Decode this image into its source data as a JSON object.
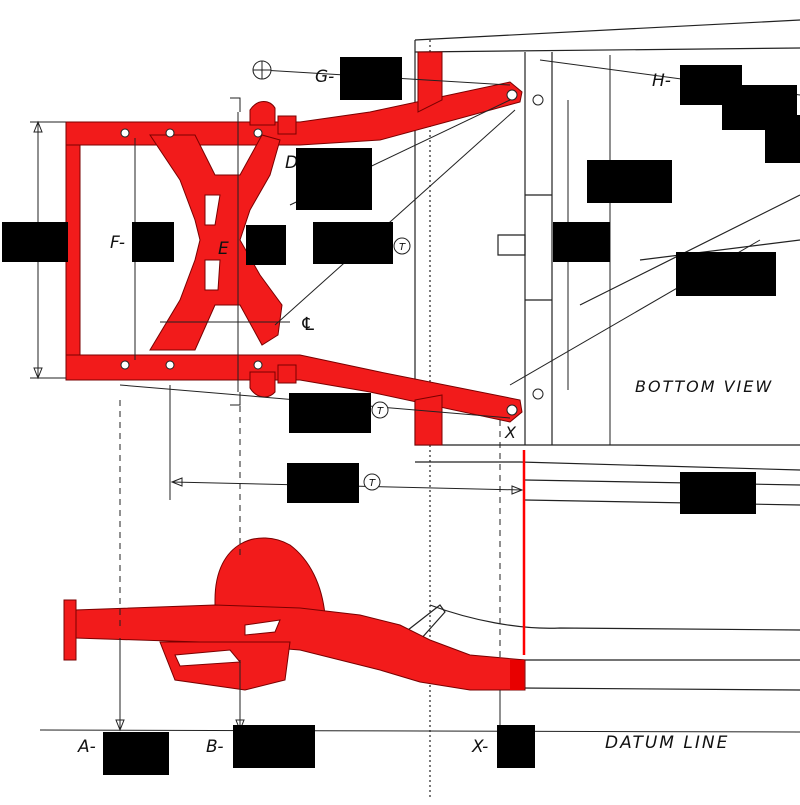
{
  "labels": {
    "a": "A-",
    "b": "B-",
    "x_bottom": "X-",
    "g": "G-",
    "h": "H-",
    "d": "D-",
    "e": "E",
    "f": "F-",
    "x_point": "X",
    "bottom_view": "BOTTOM VIEW",
    "datum_line": "DATUM LINE",
    "centerline": "℄",
    "t_mark": "T"
  },
  "colors": {
    "frame": "#f21b1b",
    "redaction": "#000000",
    "ink": "#222222"
  },
  "icons": {
    "torque_marker": "circled-t-icon",
    "reference_hole": "crosshair-circle-icon"
  }
}
